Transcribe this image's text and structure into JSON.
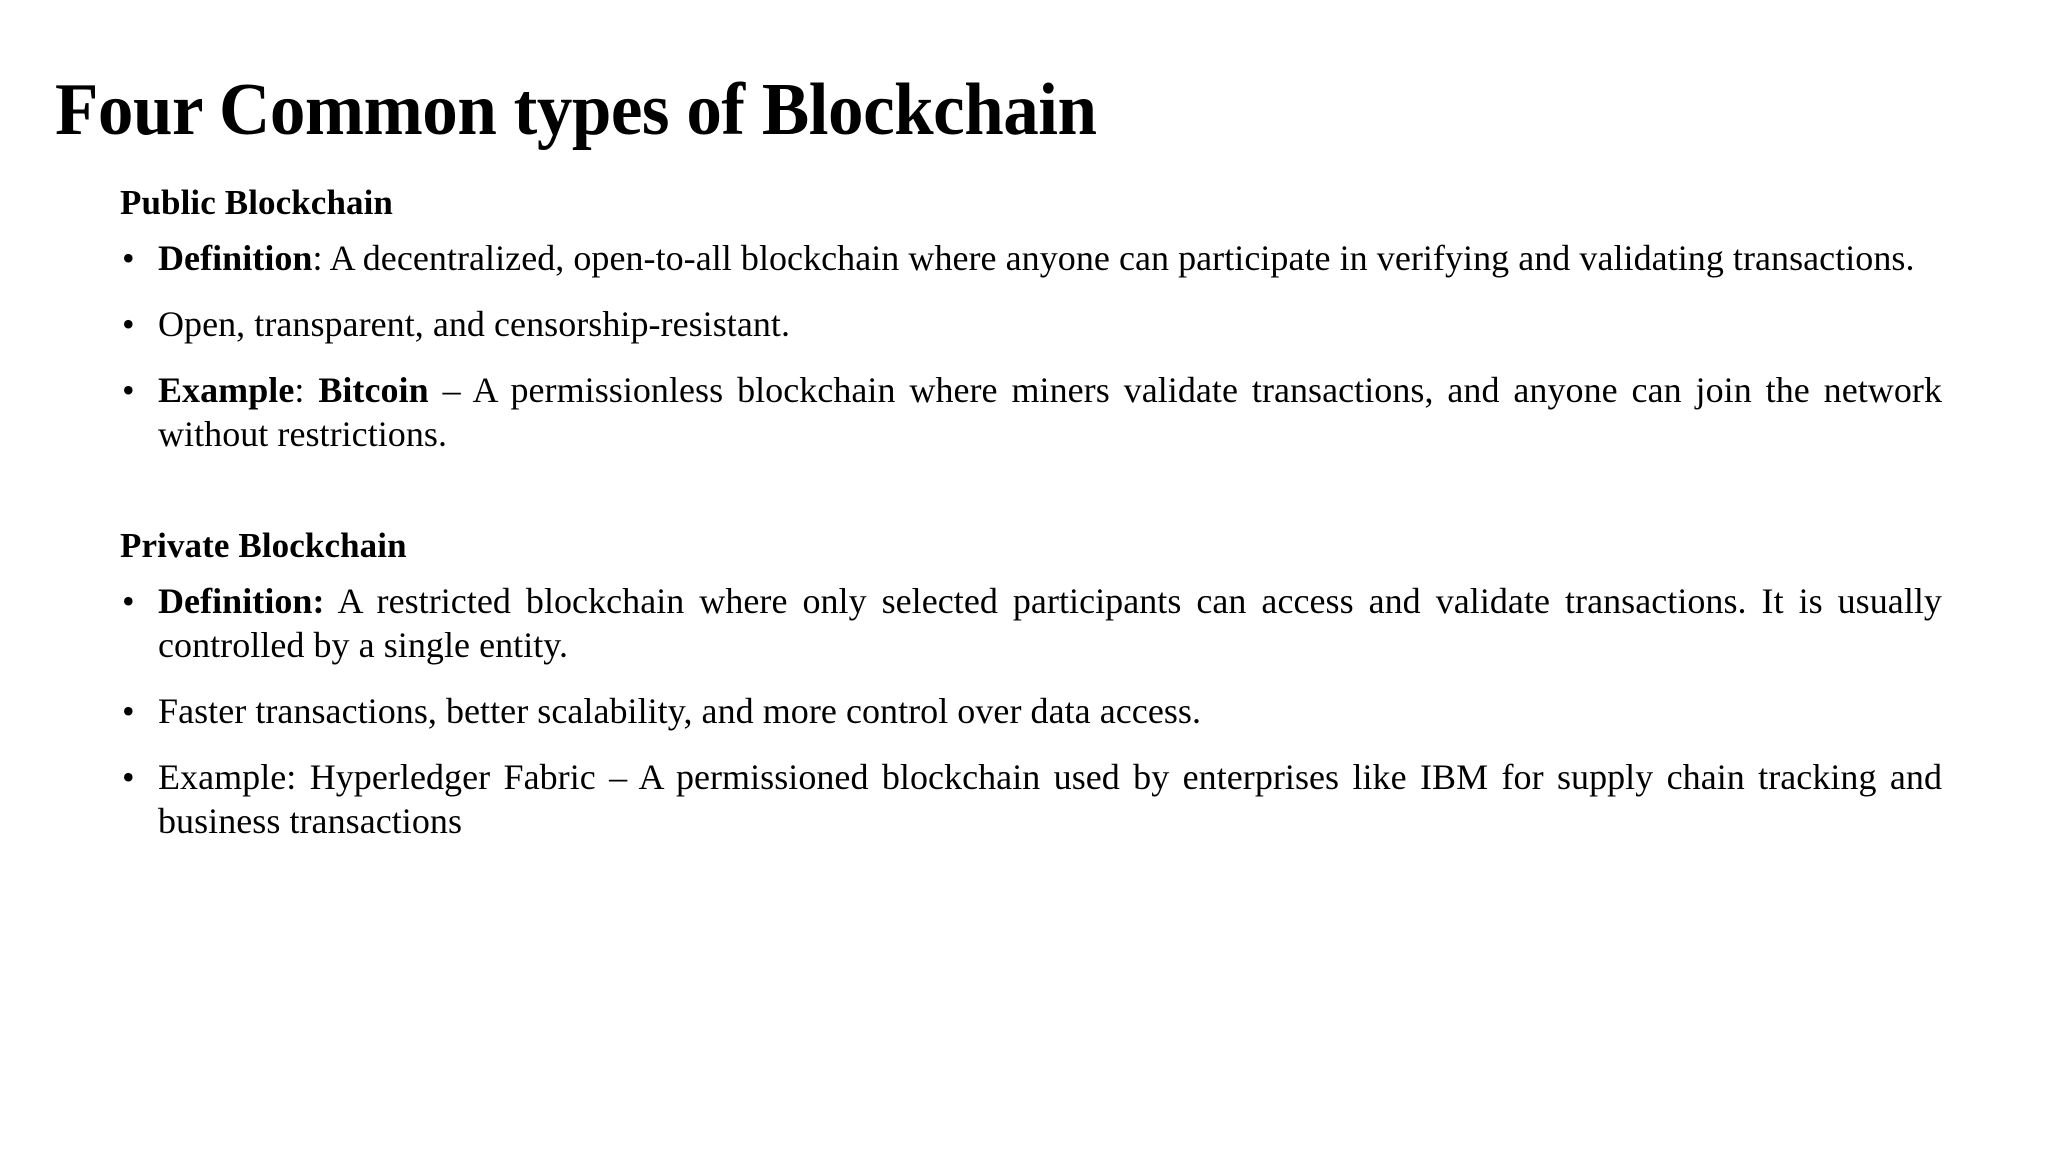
{
  "slide": {
    "title": "Four Common types of Blockchain",
    "background_color": "#ffffff",
    "text_color": "#000000",
    "bullet_glyph": "•"
  },
  "sections": [
    {
      "heading": "Public Blockchain",
      "bullets": [
        {
          "lead_bold": "Definition",
          "separator": ": ",
          "emphasis": "",
          "body": "A decentralized, open-to-all blockchain where anyone can participate in verifying and validating transactions."
        },
        {
          "lead_bold": "",
          "separator": "",
          "emphasis": "",
          "body": "Open, transparent, and censorship-resistant."
        },
        {
          "lead_bold": "Example",
          "separator": ": ",
          "emphasis": "Bitcoin",
          "body": " – A permissionless blockchain where miners validate transactions, and anyone can join the network without restrictions."
        }
      ]
    },
    {
      "heading": "Private Blockchain",
      "bullets": [
        {
          "lead_bold": "Definition:",
          "separator": " ",
          "emphasis": "",
          "body": "A restricted blockchain where only selected participants can access and validate transactions. It is usually controlled by a single entity."
        },
        {
          "lead_bold": "",
          "separator": "",
          "emphasis": "",
          "body": "Faster transactions, better scalability, and more control over data access."
        },
        {
          "lead_bold": "",
          "separator": "",
          "emphasis": "",
          "body": "Example: Hyperledger Fabric – A permissioned blockchain used by enterprises like IBM for supply chain tracking and business transactions"
        }
      ]
    }
  ]
}
